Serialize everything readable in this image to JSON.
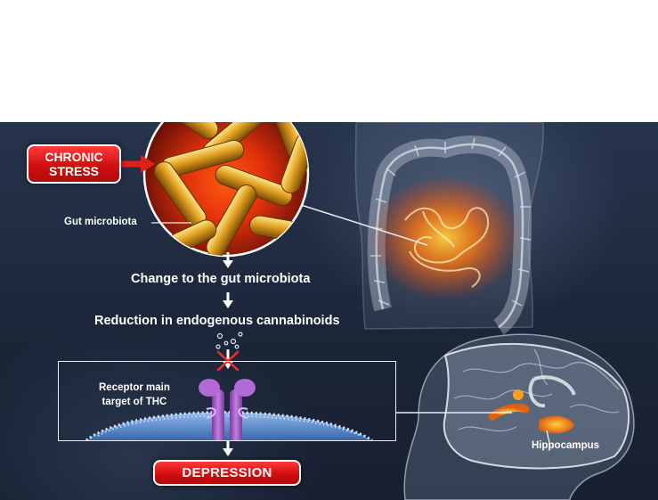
{
  "labels": {
    "chronic_stress_line1": "CHRONIC",
    "chronic_stress_line2": "STRESS",
    "gut_microbiota": "Gut microbiota",
    "change_gut_microbiota": "Change to the gut microbiota",
    "reduction_cannabinoids": "Reduction in endogenous cannabinoids",
    "receptor_line1": "Receptor main",
    "receptor_line2": "target of THC",
    "hippocampus": "Hippocampus",
    "depression": "DEPRESSION"
  },
  "icons": [
    "bacteria-cluster",
    "intestine",
    "brain",
    "cb1-receptor",
    "cell-membrane",
    "blocked-x",
    "down-arrow",
    "right-arrow"
  ],
  "colors": {
    "accent_red": "#d10f10",
    "background": "#1c2639",
    "bacteria_yellow": "#e0a020",
    "receptor_purple": "#a060c0",
    "hippocampus_orange": "#f0a020"
  }
}
